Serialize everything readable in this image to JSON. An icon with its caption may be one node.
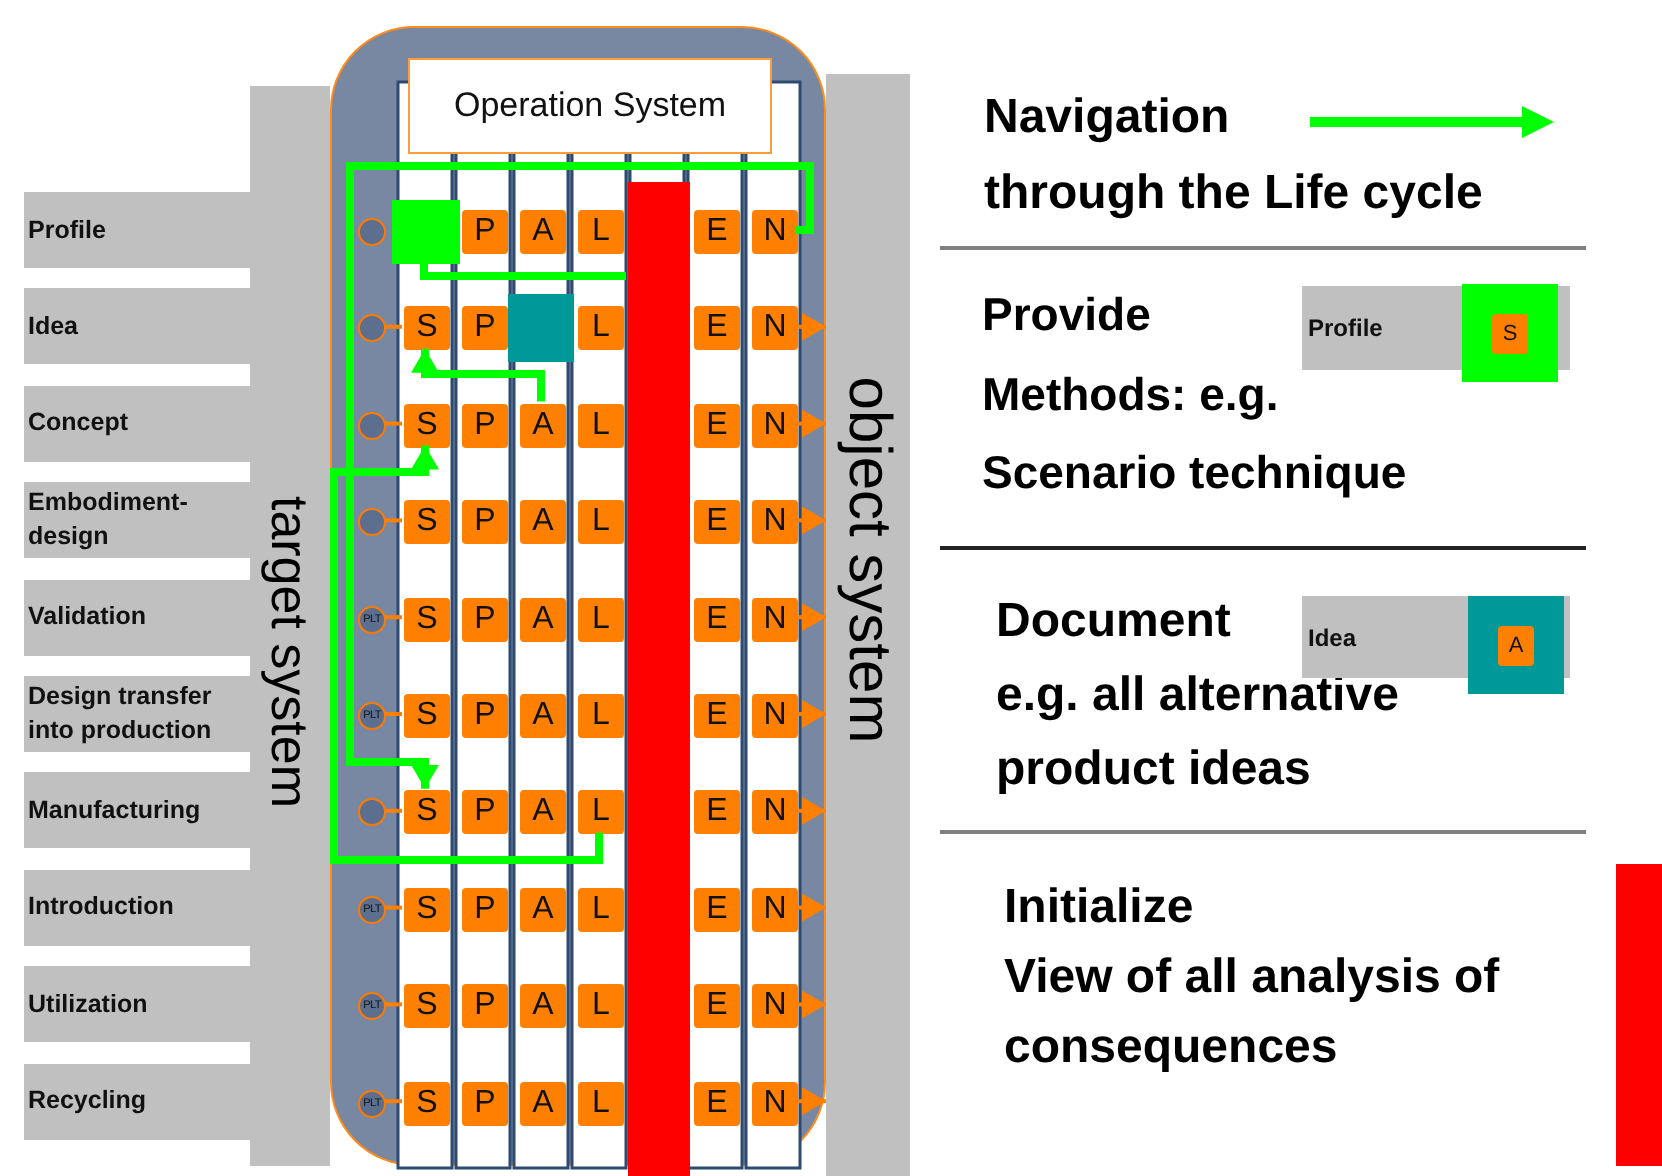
{
  "diagram": {
    "nodes": [
      {
        "text": [
          "Profile"
        ]
      },
      {
        "text": [
          "Idea"
        ]
      },
      {
        "text": [
          "Concept"
        ]
      },
      {
        "text": [
          "Embodiment-design"
        ]
      },
      {
        "text": [
          "Validation"
        ]
      },
      {
        "text": [
          "Design transfer into production"
        ]
      },
      {
        "text": [
          "Manufacturing"
        ]
      },
      {
        "text": [
          "Introduction"
        ]
      },
      {
        "text": [
          "Utilization"
        ]
      },
      {
        "text": [
          "Recycling"
        ]
      },
      {
        "text": [
          "target system"
        ]
      },
      {
        "text": [],
        "shape": "box"
      },
      {
        "text": [
          "Operation System"
        ],
        "in": 11
      },
      {
        "text": [],
        "shape": "bar",
        "in": 11
      },
      {
        "text": [],
        "shape": "circle",
        "in": 11
      },
      {
        "text": [],
        "shape": "box",
        "in": 11
      },
      {
        "text": [
          "P"
        ],
        "in": 11
      },
      {
        "text": [
          "A"
        ],
        "in": 11
      },
      {
        "text": [
          "L"
        ],
        "in": 11
      },
      {
        "text": [
          "E"
        ],
        "in": 11
      },
      {
        "text": [
          "N"
        ],
        "in": 11
      },
      {
        "text": [],
        "shape": "circle",
        "in": 11
      },
      {
        "text": [
          "S"
        ],
        "in": 11
      },
      {
        "text": [
          "P"
        ],
        "in": 11
      },
      {
        "text": [],
        "shape": "box",
        "in": 11
      },
      {
        "text": [
          "L"
        ],
        "in": 11
      },
      {
        "text": [
          "E"
        ],
        "in": 11
      },
      {
        "text": [
          "N"
        ],
        "in": 11
      },
      {
        "text": [],
        "shape": "circle",
        "in": 11
      },
      {
        "text": [
          "S"
        ],
        "in": 11
      },
      {
        "text": [
          "P"
        ],
        "in": 11
      },
      {
        "text": [
          "A"
        ],
        "in": 11
      },
      {
        "text": [
          "L"
        ],
        "in": 11
      },
      {
        "text": [
          "E"
        ],
        "in": 11
      },
      {
        "text": [
          "N"
        ],
        "in": 11
      },
      {
        "text": [],
        "shape": "circle",
        "in": 11
      },
      {
        "text": [
          "S"
        ],
        "in": 11
      },
      {
        "text": [
          "P"
        ],
        "in": 11
      },
      {
        "text": [
          "A"
        ],
        "in": 11
      },
      {
        "text": [
          "L"
        ],
        "in": 11
      },
      {
        "text": [
          "E"
        ],
        "in": 11
      },
      {
        "text": [
          "N"
        ],
        "in": 11
      },
      {
        "text": [
          "PLT"
        ],
        "in": 11
      },
      {
        "text": [
          "S"
        ],
        "in": 11
      },
      {
        "text": [
          "P"
        ],
        "in": 11
      },
      {
        "text": [
          "A"
        ],
        "in": 11
      },
      {
        "text": [
          "L"
        ],
        "in": 11
      },
      {
        "text": [
          "E"
        ],
        "in": 11
      },
      {
        "text": [
          "N"
        ],
        "in": 11
      },
      {
        "text": [
          "PLT"
        ],
        "in": 11
      },
      {
        "text": [
          "S"
        ],
        "in": 11
      },
      {
        "text": [
          "P"
        ],
        "in": 11
      },
      {
        "text": [
          "A"
        ],
        "in": 11
      },
      {
        "text": [
          "L"
        ],
        "in": 11
      },
      {
        "text": [
          "E"
        ],
        "in": 11
      },
      {
        "text": [
          "N"
        ],
        "in": 11
      },
      {
        "text": [],
        "shape": "circle",
        "in": 11
      },
      {
        "text": [
          "S"
        ],
        "in": 11
      },
      {
        "text": [
          "P"
        ],
        "in": 11
      },
      {
        "text": [
          "A"
        ],
        "in": 11
      },
      {
        "text": [
          "L"
        ],
        "in": 11
      },
      {
        "text": [
          "E"
        ],
        "in": 11
      },
      {
        "text": [
          "N"
        ],
        "in": 11
      },
      {
        "text": [
          "PLT"
        ],
        "in": 11
      },
      {
        "text": [
          "S"
        ],
        "in": 11
      },
      {
        "text": [
          "P"
        ],
        "in": 11
      },
      {
        "text": [
          "A"
        ],
        "in": 11
      },
      {
        "text": [
          "L"
        ],
        "in": 11
      },
      {
        "text": [
          "E"
        ],
        "in": 11
      },
      {
        "text": [
          "N"
        ],
        "in": 11
      },
      {
        "text": [
          "PLT"
        ],
        "in": 11
      },
      {
        "text": [
          "S"
        ],
        "in": 11
      },
      {
        "text": [
          "P"
        ],
        "in": 11
      },
      {
        "text": [
          "A"
        ],
        "in": 11
      },
      {
        "text": [
          "L"
        ],
        "in": 11
      },
      {
        "text": [
          "E"
        ],
        "in": 11
      },
      {
        "text": [
          "N"
        ],
        "in": 11
      },
      {
        "text": [
          "PLT"
        ],
        "in": 11
      },
      {
        "text": [
          "S"
        ],
        "in": 11
      },
      {
        "text": [
          "P"
        ],
        "in": 11
      },
      {
        "text": [
          "A"
        ],
        "in": 11
      },
      {
        "text": [
          "L"
        ],
        "in": 11
      },
      {
        "text": [
          "E"
        ],
        "in": 11
      },
      {
        "text": [
          "N"
        ],
        "in": 11
      },
      {
        "text": [
          "object system"
        ]
      }
    ],
    "edges": [
      {
        "from": 15,
        "to": 13,
        "arrow": "none",
        "style": "thick",
        "color": "#00ff00"
      },
      {
        "from": 20,
        "to": 57,
        "arrow": "to",
        "style": "thick",
        "color": "#00ff00"
      },
      {
        "from": 60,
        "to": 29,
        "arrow": "to",
        "style": "thick",
        "color": "#00ff00"
      },
      {
        "from": 31,
        "to": 22,
        "arrow": "to",
        "style": "thick",
        "color": "#00ff00"
      },
      {
        "from": 21,
        "to": 22,
        "arrow": "none"
      },
      {
        "from": 28,
        "to": 29,
        "arrow": "none"
      },
      {
        "from": 35,
        "to": 36,
        "arrow": "none"
      },
      {
        "from": 42,
        "to": 43,
        "arrow": "none"
      },
      {
        "from": 49,
        "to": 50,
        "arrow": "none"
      },
      {
        "from": 56,
        "to": 57,
        "arrow": "none"
      },
      {
        "from": 63,
        "to": 64,
        "arrow": "none"
      },
      {
        "from": 70,
        "to": 71,
        "arrow": "none"
      },
      {
        "from": 77,
        "to": 78,
        "arrow": "none"
      },
      {
        "from": 27,
        "to": 84,
        "arrow": "to"
      },
      {
        "from": 34,
        "to": 84,
        "arrow": "to"
      },
      {
        "from": 41,
        "to": 84,
        "arrow": "to"
      },
      {
        "from": 48,
        "to": 84,
        "arrow": "to"
      },
      {
        "from": 55,
        "to": 84,
        "arrow": "to"
      },
      {
        "from": 62,
        "to": 84,
        "arrow": "to"
      },
      {
        "from": 69,
        "to": 84,
        "arrow": "to"
      },
      {
        "from": 76,
        "to": 84,
        "arrow": "to"
      },
      {
        "from": 83,
        "to": 84,
        "arrow": "to"
      }
    ],
    "labels": [
      "Profile",
      "S",
      "Idea",
      "A"
    ],
    "legend": [
      {
        "text": "Navigation through the Life cycle"
      },
      {
        "text": "Provide Methods: e.g. Scenario technique",
        "color": "#00ff00"
      },
      {
        "text": "Document e.g. all alternative product ideas",
        "color": "#009999"
      },
      {
        "text": "Initialize View of all analysis of consequences",
        "color": "#ff0000"
      }
    ]
  }
}
